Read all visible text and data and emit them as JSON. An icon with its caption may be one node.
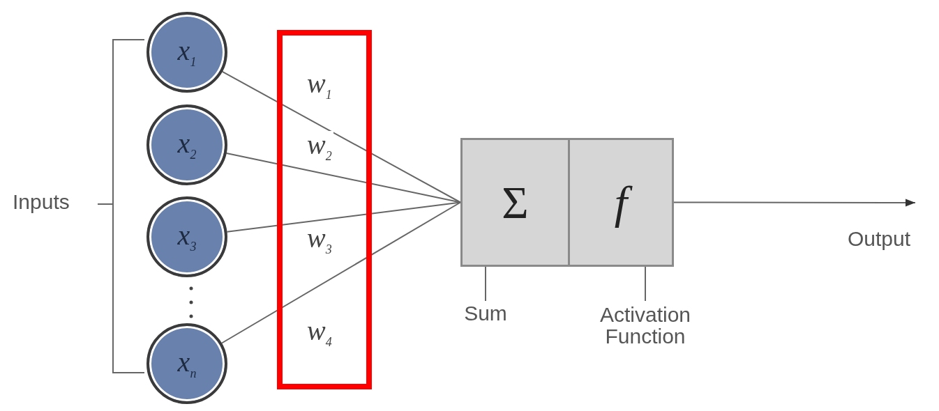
{
  "diagram": {
    "nodes": [
      {
        "text": [
          "x$_{1}$"
        ]
      },
      {
        "text": [
          "x$_{2}$"
        ]
      },
      {
        "text": [
          "x$_{3}$"
        ]
      },
      {
        "text": [
          "x$_{n}$"
        ]
      },
      {
        "text": [
          "Σ"
        ]
      },
      {
        "text": [
          "f"
        ]
      },
      {
        "text": [
          "Sum"
        ]
      },
      {
        "text": [
          "Activation Function"
        ]
      }
    ],
    "edges": [
      {
        "from": 0,
        "to": 4,
        "arrow": "none",
        "label": "w$_{1}$"
      },
      {
        "from": 1,
        "to": 4,
        "arrow": "none",
        "label": "w$_{2}$"
      },
      {
        "from": 2,
        "to": 4,
        "arrow": "none",
        "label": "w$_{3}$"
      },
      {
        "from": 3,
        "to": 4,
        "arrow": "none",
        "label": "w$_{4}$"
      },
      {
        "from": 5,
        "to": null,
        "arrow": "to"
      },
      {
        "from": 6,
        "to": 4,
        "arrow": "none"
      },
      {
        "from": 7,
        "to": 5,
        "arrow": "none"
      }
    ],
    "labels": [
      "Inputs",
      "Output"
    ]
  }
}
